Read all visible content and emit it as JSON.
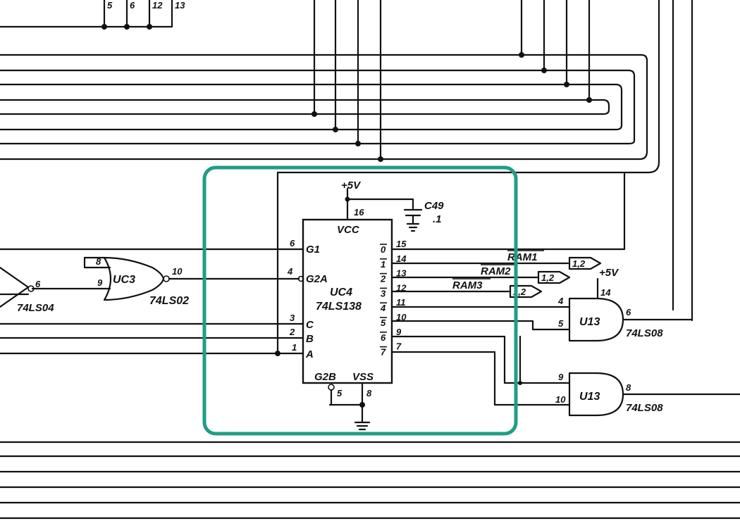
{
  "highlight_color": "#1f9e86",
  "top_pins": [
    "5",
    "6",
    "12",
    "13"
  ],
  "uc4": {
    "ref": "UC4",
    "part": "74LS138",
    "vcc": "VCC",
    "vss": "VSS",
    "g2b": "G2B",
    "pin_vcc": "16",
    "pin_vss": "8",
    "pin_g2b": "5",
    "supply": "+5V",
    "inputs": [
      {
        "pin": "6",
        "name": "G1"
      },
      {
        "pin": "4",
        "name": "G2A"
      },
      {
        "pin": "3",
        "name": "C"
      },
      {
        "pin": "2",
        "name": "B"
      },
      {
        "pin": "1",
        "name": "A"
      }
    ],
    "outputs": [
      {
        "name": "0",
        "pin": "15"
      },
      {
        "name": "1",
        "pin": "14"
      },
      {
        "name": "2",
        "pin": "13"
      },
      {
        "name": "3",
        "pin": "12"
      },
      {
        "name": "4",
        "pin": "11"
      },
      {
        "name": "5",
        "pin": "10"
      },
      {
        "name": "6",
        "pin": "9"
      },
      {
        "name": "7",
        "pin": "7"
      }
    ]
  },
  "cap": {
    "ref": "C49",
    "value": ".1"
  },
  "uc3": {
    "ref": "UC3",
    "part": "74LS02",
    "pin_a": "8",
    "pin_b": "9",
    "pin_out": "10"
  },
  "inv": {
    "part": "74LS04",
    "pin_out": "6"
  },
  "signals": [
    {
      "name": "RAM1",
      "ref": "1,2"
    },
    {
      "name": "RAM2",
      "ref": "1,2"
    },
    {
      "name": "RAM3",
      "ref": "1,2"
    }
  ],
  "u13a": {
    "ref": "U13",
    "part": "74LS08",
    "pin_a": "4",
    "pin_b": "5",
    "pin_out": "6",
    "pin_vcc": "14",
    "supply": "+5V"
  },
  "u13b": {
    "ref": "U13",
    "part": "74LS08",
    "pin_a": "9",
    "pin_b": "10",
    "pin_out": "8"
  }
}
